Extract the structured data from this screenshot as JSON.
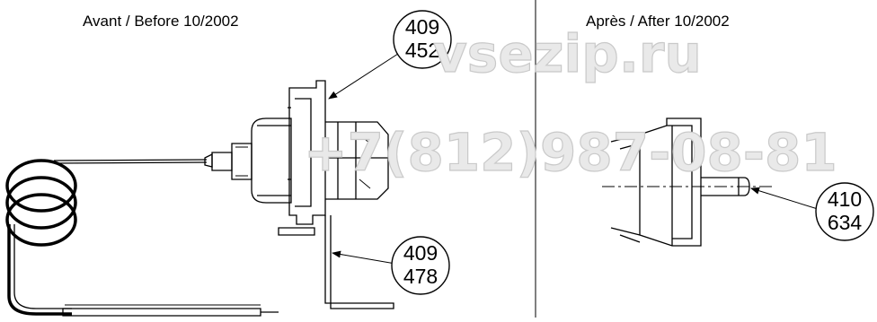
{
  "captions": {
    "before": "Avant / Before 10/2002",
    "after": "Après / After 10/2002"
  },
  "callouts": [
    {
      "id": "top-left",
      "line1": "409",
      "line2": "452"
    },
    {
      "id": "bottom-left",
      "line1": "409",
      "line2": "478"
    },
    {
      "id": "right",
      "line1": "410",
      "line2": "634"
    }
  ],
  "watermark": {
    "site": "vsezip.ru",
    "phone": "+7(812)987-08-81"
  }
}
